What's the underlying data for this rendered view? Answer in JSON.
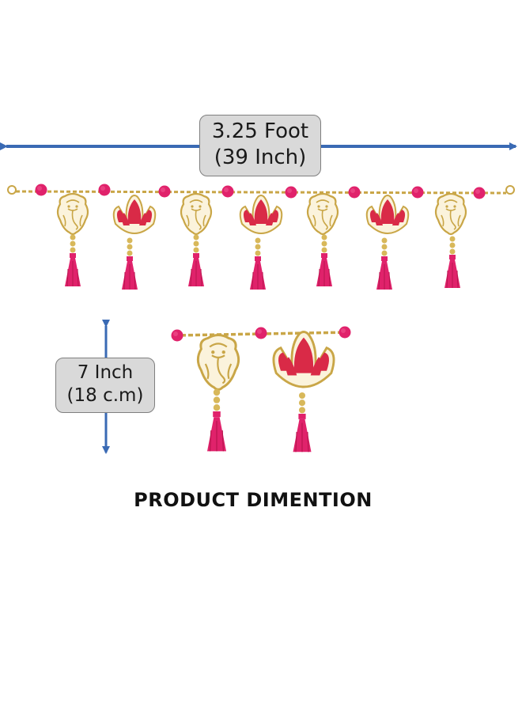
{
  "dimensions": {
    "width": {
      "line1": "3.25 Foot",
      "line2": "(39 Inch)"
    },
    "height": {
      "line1": "7 Inch",
      "line2": "(18 c.m)"
    }
  },
  "caption": "PRODUCT DIMENTION",
  "colors": {
    "arrow": "#3a6ab4",
    "pink": "#e0226b",
    "lotus_red": "#d92a47",
    "gold": "#c9a647",
    "bead": "#d8b85a"
  },
  "product": {
    "full_garland": [
      "ganesha",
      "lotus",
      "ganesha",
      "lotus",
      "ganesha",
      "lotus",
      "ganesha"
    ],
    "detail_view": [
      "ganesha",
      "lotus"
    ]
  }
}
